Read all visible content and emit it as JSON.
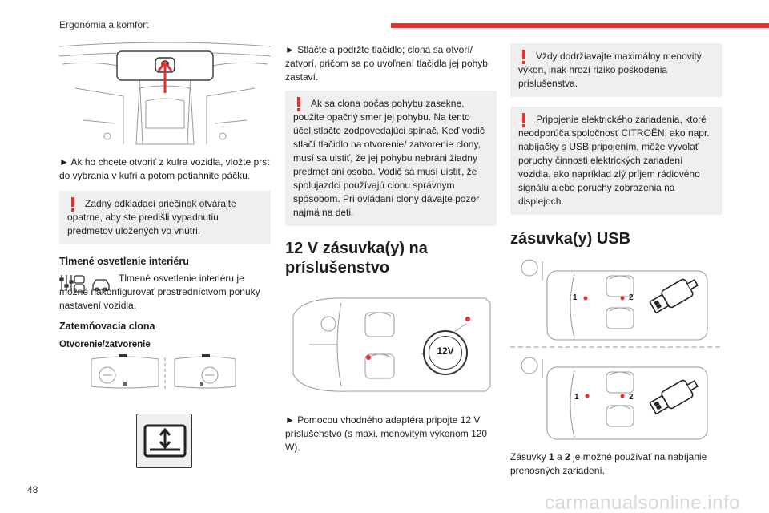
{
  "header": {
    "section": "Ergonómia a komfort",
    "page_number": "48"
  },
  "col1": {
    "trunk_instruction": "► Ak ho chcete otvoriť z kufra vozidla, vložte prst do vybrania v kufri a potom potiahnite páčku.",
    "warning_glovebox": "Zadný odkladací priečinok otvárajte opatrne, aby ste predišli vypadnutiu predmetov uložených vo vnútri.",
    "mood_light_title": "Tlmené osvetlenie interiéru",
    "mood_light_text": "Tlmené osvetlenie interiéru je možné nakonfigurovať prostredníctvom ponuky nastavení vozidla.",
    "blind_title": "Zatemňovacia clona",
    "blind_subtitle": "Otvorenie/zatvorenie"
  },
  "col2": {
    "blind_instruction": "► Stlačte a podržte tlačidlo; clona sa otvorí/ zatvorí, pričom sa po uvoľnení tlačidla jej pohyb zastaví.",
    "warning_blind": "Ak sa clona počas pohybu zasekne, použite opačný smer jej pohybu. Na tento účel stlačte zodpovedajúci spínač. Keď vodič stlačí tlačidlo na otvorenie/ zatvorenie clony, musí sa uistiť, že jej pohybu nebráni žiadny predmet ani osoba. Vodič sa musí uistiť, že spolujazdci používajú clonu správnym spôsobom. Pri ovládaní clony dávajte pozor najmä na deti.",
    "socket_title": "12 V zásuvka(y) na príslušenstvo",
    "socket_label": "12V",
    "socket_instruction": "► Pomocou vhodného adaptéra pripojte 12 V príslušenstvo (s maxi. menovitým výkonom 120 W)."
  },
  "col3": {
    "warning_power": "Vždy dodržiavajte maximálny menovitý výkon, inak hrozí riziko poškodenia príslušenstva.",
    "warning_device": "Pripojenie elektrického zariadenia, ktoré neodporúča spoločnosť CITROËN, ako napr. nabíjačky s USB pripojením, môže vyvolať poruchy činnosti elektrických zariadení vozidla, ako napríklad zlý príjem rádiového signálu alebo poruchy zobrazenia na displejoch.",
    "usb_title": "zásuvka(y) USB",
    "usb_label_1": "1",
    "usb_label_2": "2",
    "usb_text_prefix": "Zásuvky ",
    "usb_text_n1": "1",
    "usb_text_and": " a ",
    "usb_text_n2": "2",
    "usb_text_suffix": " je možné používať na nabíjanie prenosných zariadení."
  },
  "footer": {
    "watermark": "carmanualsonline.info"
  },
  "colors": {
    "accent": "#e8312f",
    "box": "#efefef",
    "ink": "#1e1e1e",
    "line": "#9a9a9a"
  },
  "icons": [
    "exclamation-icon",
    "settings-car-icon",
    "blind-button-icon",
    "usb-plug-icon",
    "socket-12v-icon"
  ]
}
